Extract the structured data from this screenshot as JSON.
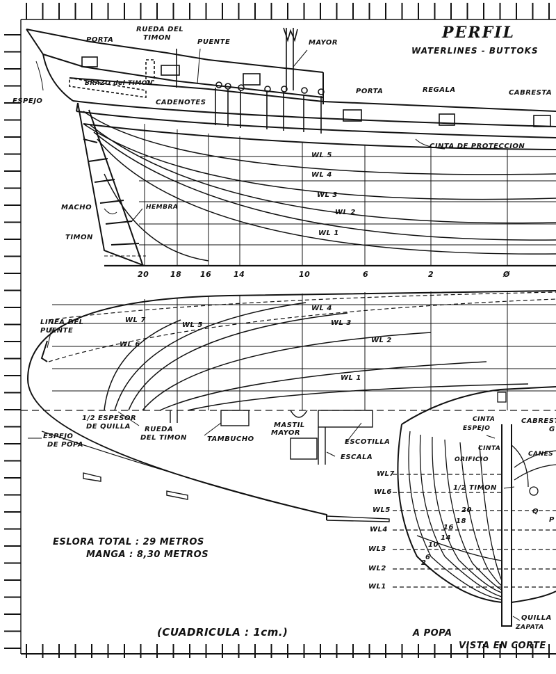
{
  "title": "PERFIL",
  "subtitle": "WATERLINES - BUTTOKS",
  "profile_labels": {
    "porta_stern": "PORTA",
    "rueda_del_timon_a": "RUEDA DEL",
    "rueda_del_timon_b": "TIMON",
    "puente": "PUENTE",
    "mayor": "MAYOR",
    "espejo": "ESPEJO",
    "brazo_del_timon": "BRAZO del TIMON",
    "cadenotes": "CADENOTES",
    "porta": "PORTA",
    "regala": "REGALA",
    "cabrestante": "CABRESTA",
    "cinta_de_proteccion": "CINTA DE PROTECCION",
    "macho": "MACHO",
    "hembra": "HEMBRA",
    "timon": "TIMON"
  },
  "profile_waterlines": [
    "WL 5",
    "WL 4",
    "WL 3",
    "WL 2",
    "WL 1"
  ],
  "station_numbers": [
    "20",
    "18",
    "16",
    "14",
    "10",
    "6",
    "2",
    "Ø"
  ],
  "plan_labels": {
    "linea_del_puente_a": "LINEA DEL",
    "linea_del_puente_b": "PUENTE",
    "wl7": "WL 7",
    "wl6": "WL 6",
    "wl5": "WL 5",
    "wl4": "WL 4",
    "wl3": "WL 3",
    "wl2": "WL 2",
    "wl1": "WL 1",
    "espesor_quilla_a": "1/2 ESPESOR",
    "espesor_quilla_b": "DE QUILLA",
    "rueda_timon_a": "RUEDA",
    "rueda_timon_b": "DEL TIMON",
    "tambucho": "TAMBUCHO",
    "mastil_a": "MASTIL",
    "mastil_b": "MAYOR",
    "escotilla": "ESCOTILLA",
    "escala": "ESCALA",
    "espejo_popa_a": "ESPEJO",
    "espejo_popa_b": "DE POPA"
  },
  "section_labels": {
    "cinta_espejo_a": "CINTA",
    "cinta_espejo_b": "ESPEJO",
    "cinta": "CINTA",
    "orificio": "ORIFICIO",
    "canes": "CANES",
    "cabrestante": "CABRESTA",
    "g": "G",
    "medio_timon": "1/2 TIMON",
    "q": "Q",
    "p": "P",
    "quilla": "QUILLA",
    "zapata": "ZAPATA",
    "a_popa": "A POPA",
    "vista_en_corte": "VISTA EN CORTE",
    "stations": [
      "20",
      "18",
      "16",
      "14",
      "10",
      "6",
      "2"
    ],
    "waterlines": [
      "WL7",
      "WL6",
      "WL5",
      "WL4",
      "WL3",
      "WL2",
      "WL1"
    ]
  },
  "specs": {
    "eslora": "ESLORA TOTAL : 29 METROS",
    "manga": "MANGA : 8,30 METROS"
  },
  "cuadricula": "(CUADRICULA : 1cm.)"
}
